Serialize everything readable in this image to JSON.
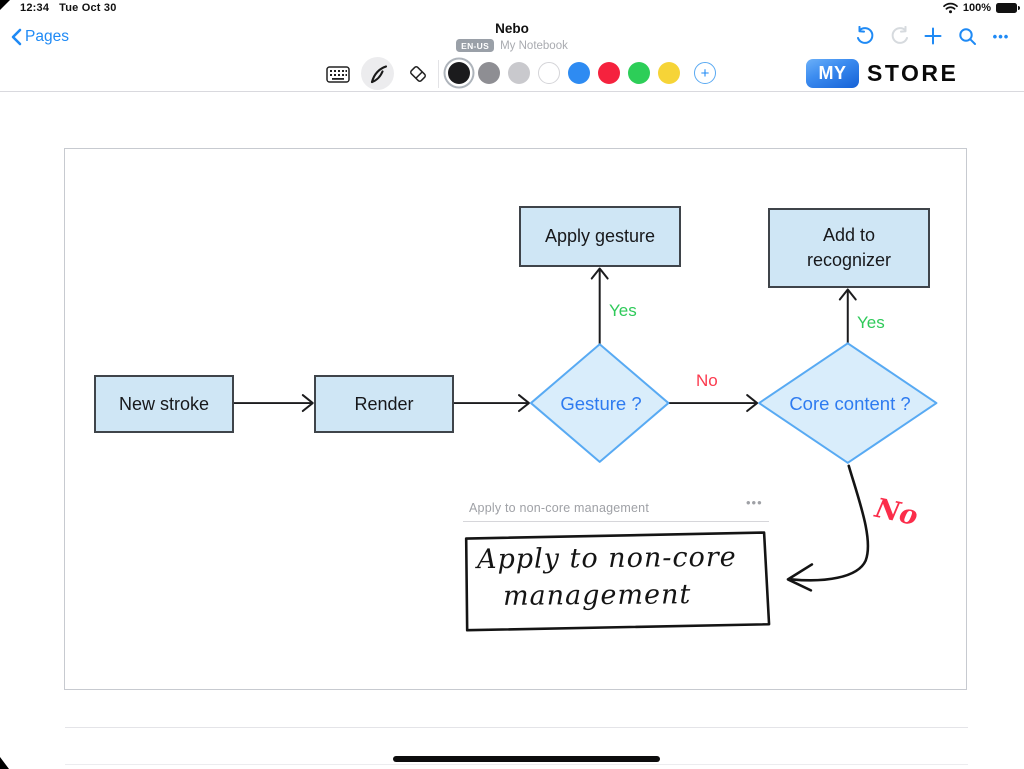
{
  "status_bar": {
    "time": "12:34",
    "date": "Tue Oct 30",
    "battery_percent": "100%"
  },
  "nav": {
    "back_label": "Pages",
    "title": "Nebo",
    "language_badge": "EN-US",
    "subtitle": "My Notebook",
    "more_glyph": "•••"
  },
  "toolbar": {
    "tools": [
      "keyboard",
      "pen",
      "eraser"
    ],
    "selected_tool": "pen",
    "colors": [
      {
        "name": "black",
        "hex": "#1b1b1d",
        "selected": true
      },
      {
        "name": "dark-gray",
        "hex": "#8e8e93",
        "selected": false
      },
      {
        "name": "light-gray",
        "hex": "#c9c9cd",
        "selected": false
      },
      {
        "name": "white",
        "hex": "#ffffff",
        "selected": false
      },
      {
        "name": "blue",
        "hex": "#2e8bf2",
        "selected": false
      },
      {
        "name": "red",
        "hex": "#f5223e",
        "selected": false
      },
      {
        "name": "green",
        "hex": "#2dce58",
        "selected": false
      },
      {
        "name": "yellow",
        "hex": "#f6d437",
        "selected": false
      }
    ],
    "add_color_glyph": "+"
  },
  "logo": {
    "primary": "MY",
    "secondary": "STORE"
  },
  "flowchart": {
    "nodes": {
      "new_stroke": "New stroke",
      "render": "Render",
      "gesture": "Gesture ?",
      "apply_gesture": "Apply gesture",
      "core_content": "Core content ?",
      "add_to_recognizer": "Add to recognizer"
    },
    "edge_labels": {
      "gesture_yes": "Yes",
      "gesture_no": "No",
      "core_yes": "Yes"
    },
    "colors": {
      "box_fill": "#cfe6f5",
      "box_border": "#3f444a",
      "diamond_fill": "#d9edfb",
      "diamond_border": "#58aaf3",
      "diamond_text": "#2e7bf0",
      "yes_label": "#2fca5a",
      "no_label": "#fb3a4e",
      "accent_blue": "#1f8af5"
    }
  },
  "recognition_bar": {
    "text": "Apply to non-core management",
    "menu_glyph": "•••"
  },
  "handwriting": {
    "line1": "Apply to non-core",
    "line2": "management",
    "no_label": "No"
  }
}
